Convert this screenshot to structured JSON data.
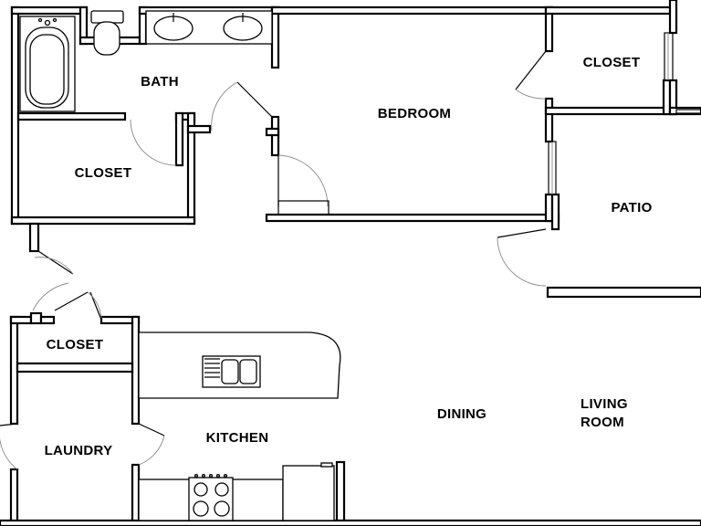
{
  "floor_plan": {
    "rooms": {
      "bath": "BATH",
      "bedroom": "BEDROOM",
      "bedroom_closet": "CLOSET",
      "bath_closet": "CLOSET",
      "patio": "PATIO",
      "hall_closet": "CLOSET",
      "laundry": "LAUNDRY",
      "kitchen": "KITCHEN",
      "dining": "DINING",
      "living_line1": "LIVING",
      "living_line2": "ROOM"
    }
  }
}
